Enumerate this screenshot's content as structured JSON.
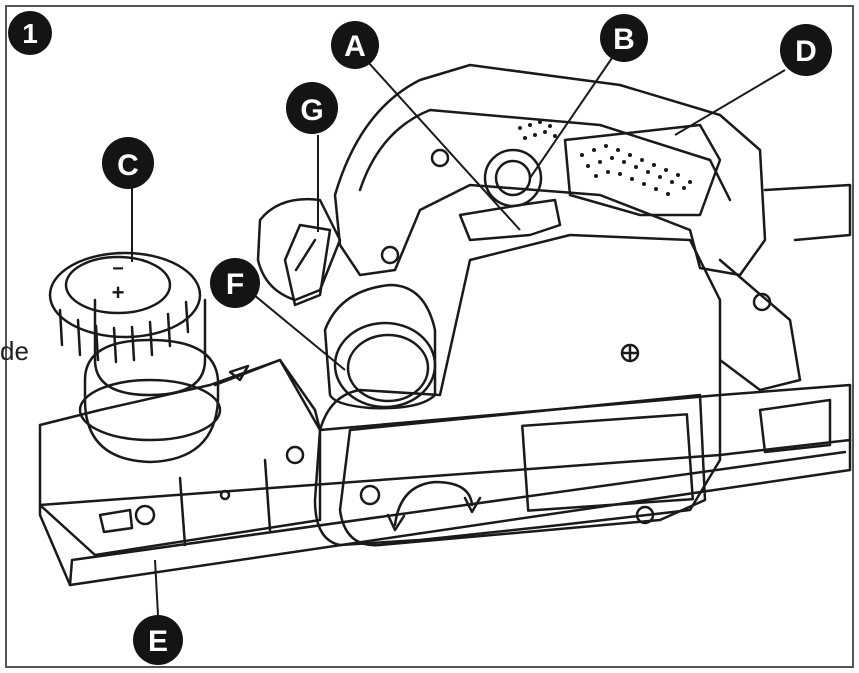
{
  "figure": {
    "number": "1",
    "stray_text": "de",
    "callouts": [
      {
        "id": "A",
        "letter": "A"
      },
      {
        "id": "B",
        "letter": "B"
      },
      {
        "id": "C",
        "letter": "C"
      },
      {
        "id": "D",
        "letter": "D"
      },
      {
        "id": "E",
        "letter": "E"
      },
      {
        "id": "F",
        "letter": "F"
      },
      {
        "id": "G",
        "letter": "G"
      }
    ],
    "dial_symbols": {
      "plus": "+",
      "minus": "−"
    },
    "colors": {
      "ink": "#1a1a1a",
      "badge": "#141414",
      "paper": "#ffffff"
    }
  }
}
